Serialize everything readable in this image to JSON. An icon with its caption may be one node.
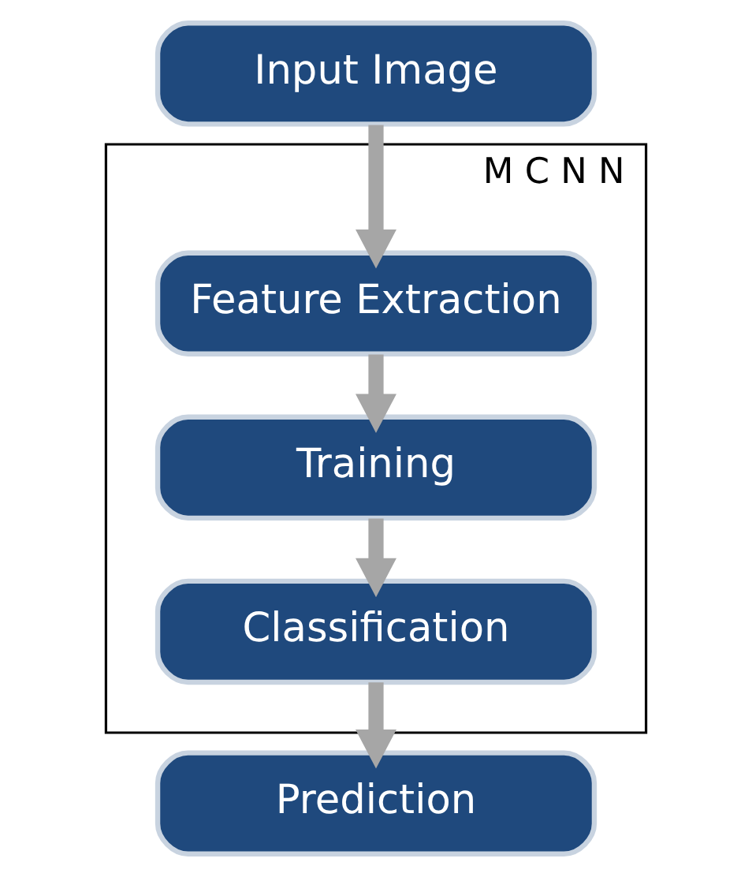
{
  "diagram": {
    "nodes": [
      {
        "text": [
          "Input Image"
        ]
      },
      {
        "text": [
          "M C N N"
        ]
      },
      {
        "text": [
          "Feature Extraction"
        ],
        "in": 1
      },
      {
        "text": [
          "Training"
        ],
        "in": 1
      },
      {
        "text": [
          "Classification"
        ],
        "in": 1
      },
      {
        "text": [
          "Prediction"
        ]
      }
    ],
    "edges": [
      {
        "from": 0,
        "to": 2,
        "arrow": "to"
      },
      {
        "from": 2,
        "to": 3,
        "arrow": "to"
      },
      {
        "from": 3,
        "to": 4,
        "arrow": "to"
      },
      {
        "from": 4,
        "to": 5,
        "arrow": "to"
      }
    ]
  }
}
